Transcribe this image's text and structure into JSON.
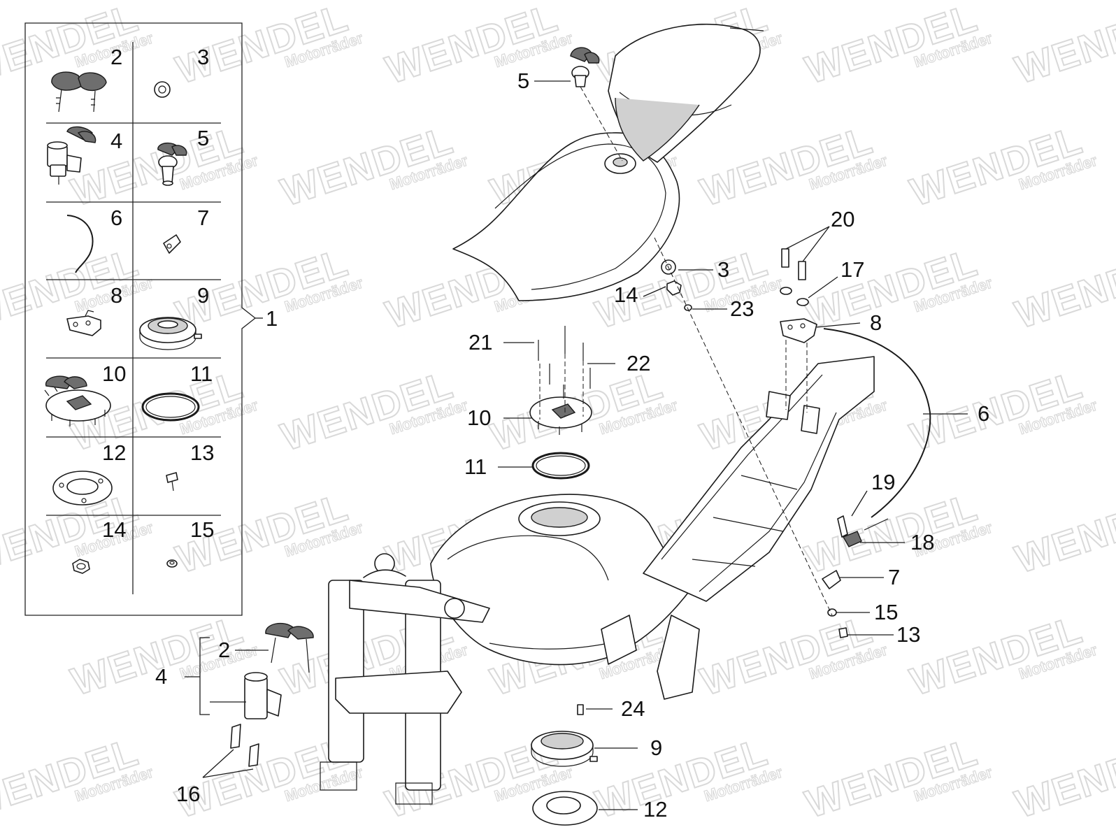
{
  "watermark": {
    "brand": "WENDEL",
    "sub": "Motorräder"
  },
  "inset": {
    "group_number": "1",
    "cells": [
      {
        "number": "2",
        "icon": "ignition-keys-icon"
      },
      {
        "number": "3",
        "icon": "lock-washer-icon"
      },
      {
        "number": "4",
        "icon": "ignition-lock-cylinder-icon"
      },
      {
        "number": "5",
        "icon": "seat-lock-icon"
      },
      {
        "number": "6",
        "icon": "release-cable-icon"
      },
      {
        "number": "7",
        "icon": "cable-clip-icon"
      },
      {
        "number": "8",
        "icon": "latch-bracket-icon"
      },
      {
        "number": "9",
        "icon": "filler-neck-icon"
      },
      {
        "number": "10",
        "icon": "fuel-cap-icon"
      },
      {
        "number": "11",
        "icon": "o-ring-icon"
      },
      {
        "number": "12",
        "icon": "gasket-icon"
      },
      {
        "number": "13",
        "icon": "screw-icon"
      },
      {
        "number": "14",
        "icon": "hex-nut-icon"
      },
      {
        "number": "15",
        "icon": "washer-icon"
      }
    ]
  },
  "callouts": {
    "c2": "2",
    "c3": "3",
    "c4": "4",
    "c5": "5",
    "c6": "6",
    "c7": "7",
    "c8": "8",
    "c9": "9",
    "c10": "10",
    "c11": "11",
    "c12": "12",
    "c13": "13",
    "c14": "14",
    "c15": "15",
    "c16": "16",
    "c17": "17",
    "c18": "18",
    "c19": "19",
    "c20": "20",
    "c21": "21",
    "c22": "22",
    "c23": "23",
    "c24": "24"
  }
}
